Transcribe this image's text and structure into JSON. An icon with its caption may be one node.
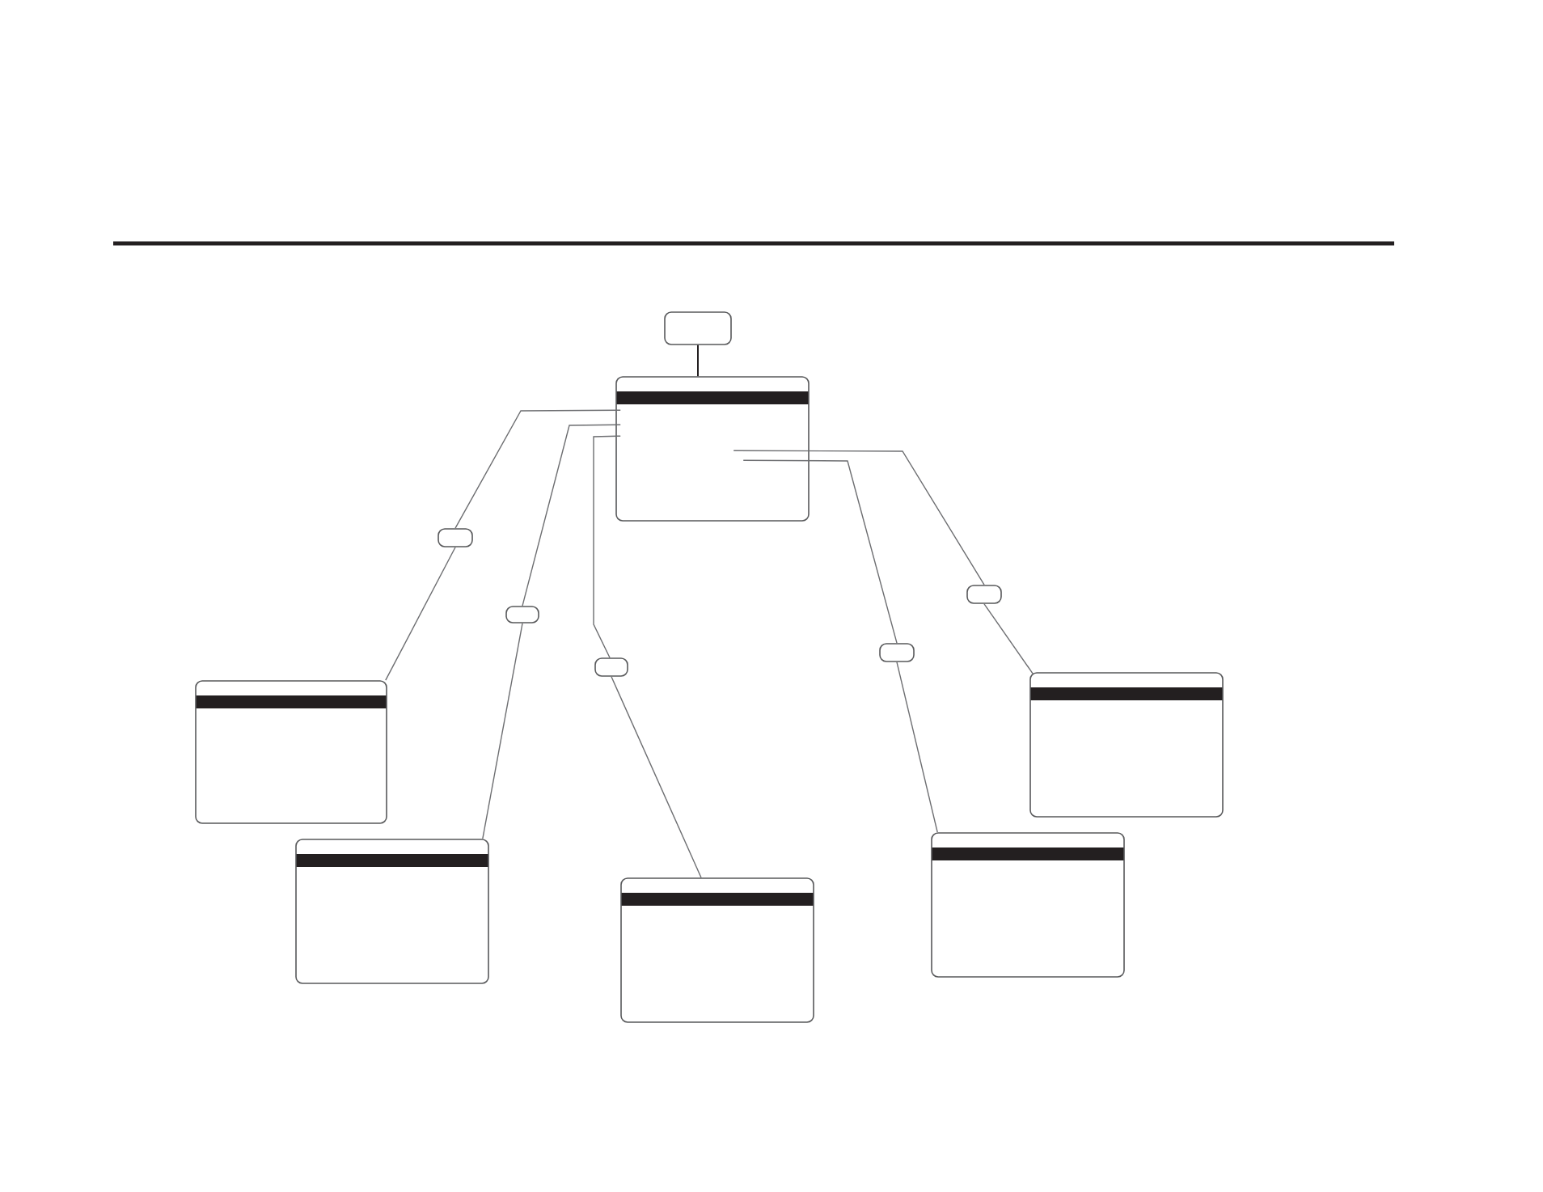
{
  "diagram": {
    "nodes": [
      {
        "text": [],
        "shape": "box"
      },
      {
        "text": [],
        "shape": "box"
      },
      {
        "text": [],
        "shape": "box"
      },
      {
        "text": [],
        "shape": "box"
      },
      {
        "text": [],
        "shape": "box"
      },
      {
        "text": [],
        "shape": "box"
      },
      {
        "text": [],
        "shape": "box"
      },
      {
        "text": [],
        "shape": "box"
      },
      {
        "text": [],
        "shape": "box"
      },
      {
        "text": [],
        "shape": "box"
      },
      {
        "text": [],
        "shape": "box"
      },
      {
        "text": [],
        "shape": "box"
      }
    ],
    "edges": [
      {
        "from": 0,
        "to": 1,
        "arrow": "none",
        "color": "#231f20"
      },
      {
        "from": 1,
        "to": 7,
        "arrow": "none"
      },
      {
        "from": 7,
        "to": 2,
        "arrow": "none"
      },
      {
        "from": 1,
        "to": 8,
        "arrow": "none"
      },
      {
        "from": 8,
        "to": 3,
        "arrow": "none"
      },
      {
        "from": 1,
        "to": 9,
        "arrow": "none"
      },
      {
        "from": 9,
        "to": 4,
        "arrow": "none"
      },
      {
        "from": 1,
        "to": 10,
        "arrow": "none"
      },
      {
        "from": 10,
        "to": 5,
        "arrow": "none"
      },
      {
        "from": 1,
        "to": 11,
        "arrow": "none"
      },
      {
        "from": 11,
        "to": 6,
        "arrow": "none"
      }
    ]
  }
}
